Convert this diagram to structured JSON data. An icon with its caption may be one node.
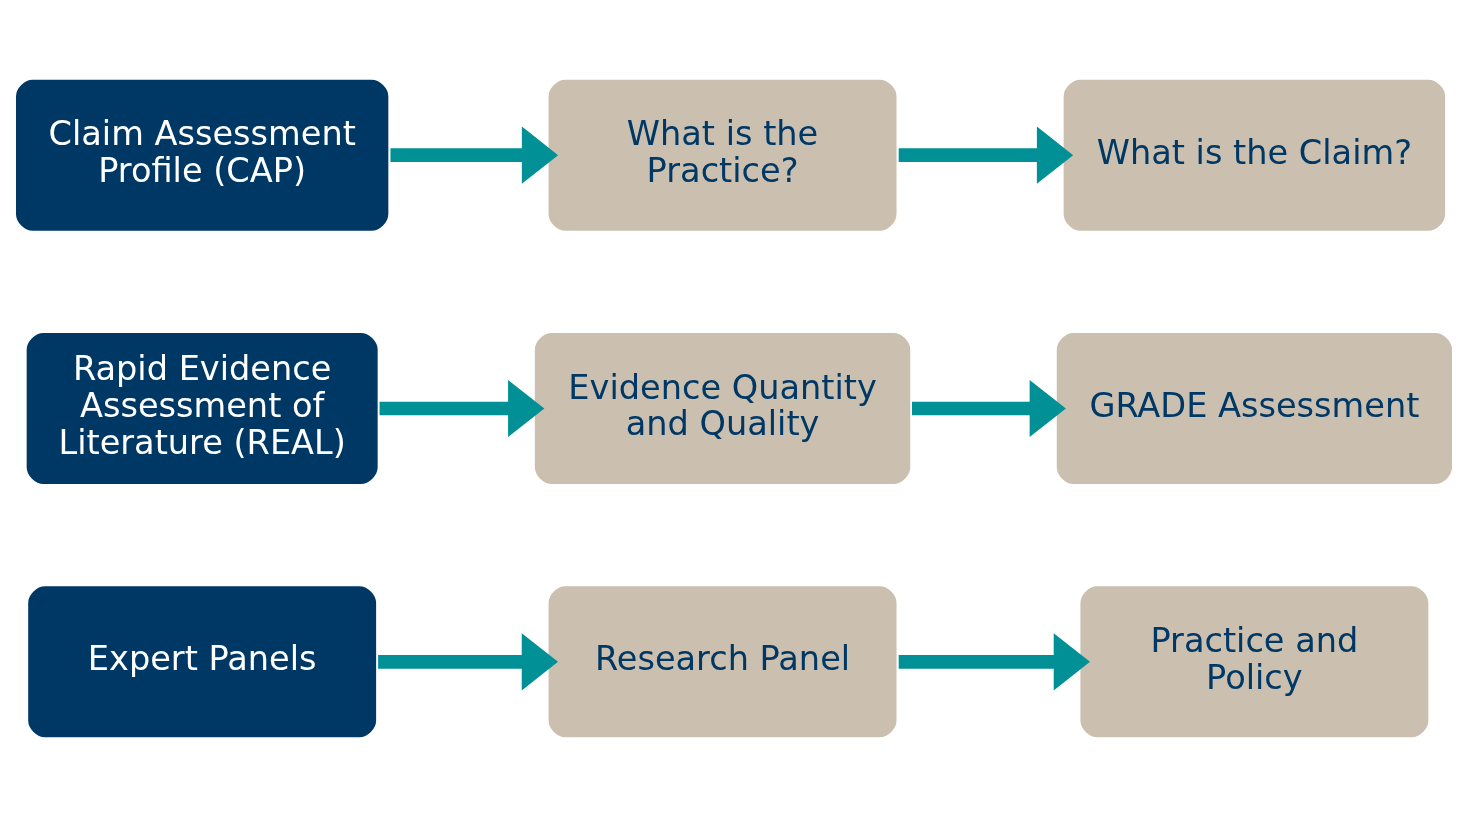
{
  "diagram": {
    "nodes": [
      {
        "text": [
          "Claim Assessment Profile (CAP)"
        ]
      },
      {
        "text": [
          "What is the Practice?"
        ]
      },
      {
        "text": [
          "What is the Claim?"
        ]
      },
      {
        "text": [
          "Rapid Evidence Assessment of Literature (REAL)"
        ]
      },
      {
        "text": [
          "Evidence Quantity and Quality"
        ]
      },
      {
        "text": [
          "GRADE Assessment"
        ]
      },
      {
        "text": [
          "Expert Panels"
        ]
      },
      {
        "text": [
          "Research Panel"
        ]
      },
      {
        "text": [
          "Practice and Policy"
        ]
      }
    ],
    "edges": [
      {
        "from": 0,
        "to": 1,
        "arrow": "to"
      },
      {
        "from": 1,
        "to": 2,
        "arrow": "to"
      },
      {
        "from": 3,
        "to": 4,
        "arrow": "to"
      },
      {
        "from": 4,
        "to": 5,
        "arrow": "to"
      },
      {
        "from": 6,
        "to": 7,
        "arrow": "to"
      },
      {
        "from": 7,
        "to": 8,
        "arrow": "to"
      }
    ]
  }
}
